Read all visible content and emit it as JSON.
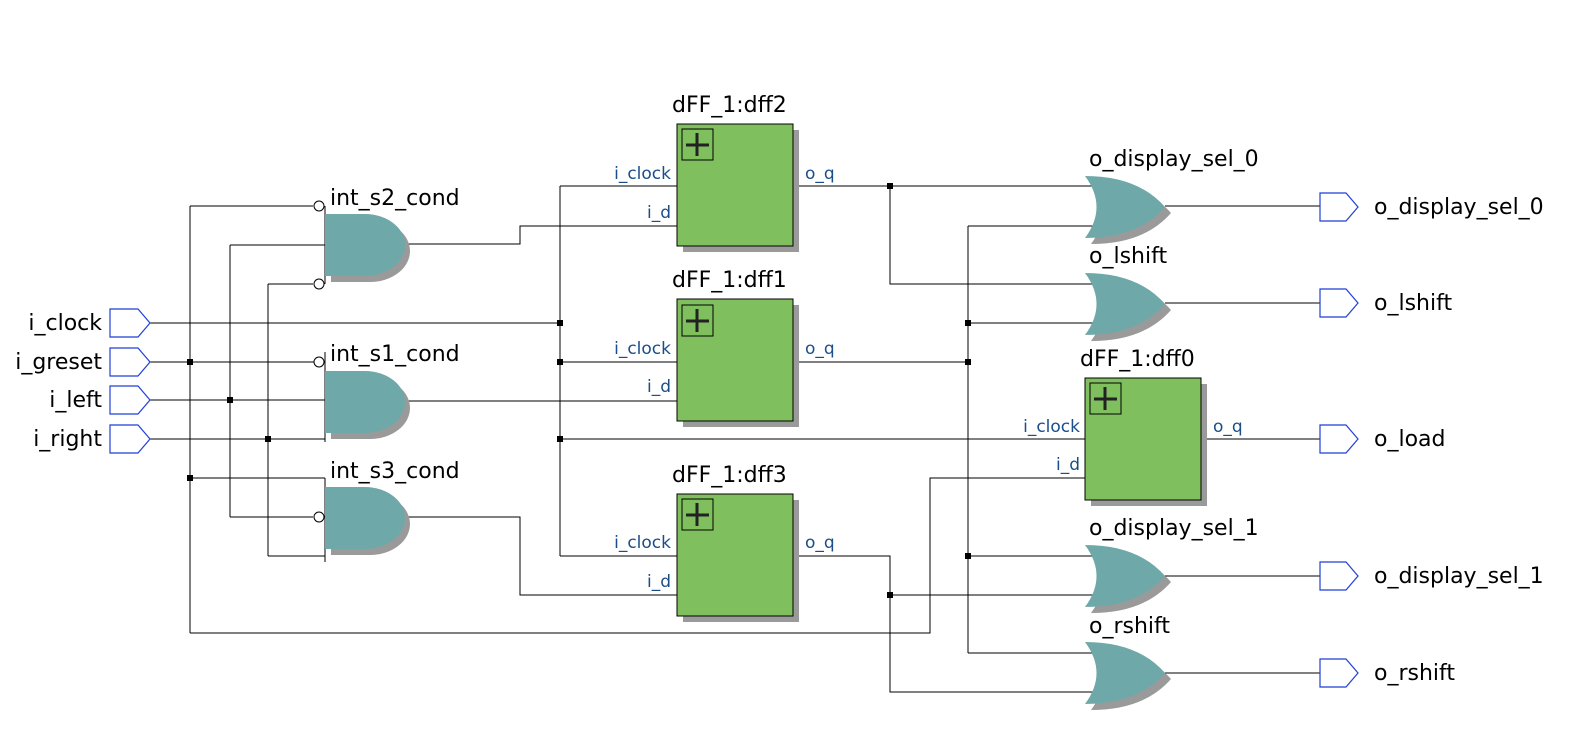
{
  "inputs": {
    "i_clock": "i_clock",
    "i_greset": "i_greset",
    "i_left": "i_left",
    "i_right": "i_right"
  },
  "outputs": {
    "o_display_sel_0": "o_display_sel_0",
    "o_lshift": "o_lshift",
    "o_load": "o_load",
    "o_display_sel_1": "o_display_sel_1",
    "o_rshift": "o_rshift"
  },
  "and_gates": {
    "s2": "int_s2_cond",
    "s1": "int_s1_cond",
    "s3": "int_s3_cond"
  },
  "or_gates": {
    "g0": "o_display_sel_0",
    "g1": "o_lshift",
    "g2": "o_display_sel_1",
    "g3": "o_rshift"
  },
  "flip_flops": {
    "dff2": "dFF_1:dff2",
    "dff1": "dFF_1:dff1",
    "dff0": "dFF_1:dff0",
    "dff3": "dFF_1:dff3"
  },
  "pins": {
    "clock": "i_clock",
    "d": "i_d",
    "q": "o_q"
  },
  "colors": {
    "and_gate": "#6fa8a8",
    "or_gate": "#6fa8a8",
    "flip_flop": "#80bf5e",
    "port_outline": "#1f3fd8",
    "pin_label": "#1a4e8a"
  }
}
